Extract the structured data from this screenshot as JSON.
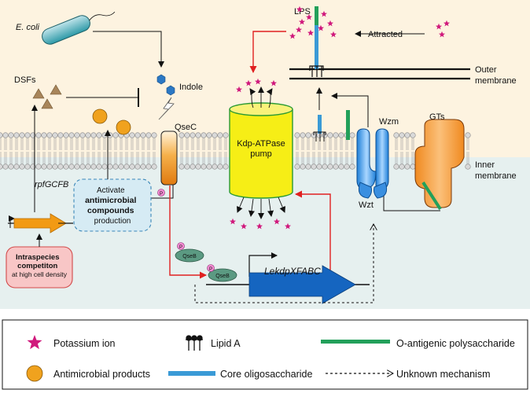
{
  "colors": {
    "outside_bg": "#fdf3e0",
    "cytoplasm_bg": "#e6f0ef",
    "potassium": "#d0197c",
    "antimicrobial": "#f0a21e",
    "core_oligo": "#3a9ad6",
    "o_antigen": "#23a05a",
    "qseb": "#5b9a82",
    "gene_arrow": "#1565c0",
    "red_arrow": "#e02020",
    "pump": "#f6ee16"
  },
  "labels": {
    "ecoli": "E. coli",
    "dsfs": "DSFs",
    "indole": "Indole",
    "qsec": "QseC",
    "lps": "LPS",
    "attracted": "Attracted",
    "outer_membrane": [
      "Outer",
      "membrane"
    ],
    "inner_membrane": [
      "Inner",
      "membrane"
    ],
    "pump": [
      "Kdp-ATPase",
      "pump"
    ],
    "wzm": "Wzm",
    "wzt": "Wzt",
    "gts": "GTs",
    "rpf_gene": "rpfGCFB",
    "activate_box": [
      "Activate",
      "antimicrobial",
      "compounds",
      "production"
    ],
    "competition_box": [
      "Intraspecies",
      "competiton",
      "at high cell density"
    ],
    "qseb": "QseB",
    "phospho": "P",
    "operon": "LekdpXFABC"
  },
  "legend": [
    {
      "icon": "star-icon",
      "text": "Potassium ion"
    },
    {
      "icon": "lipid-a-icon",
      "text": "Lipid A"
    },
    {
      "icon": "o-antigen-bar-icon",
      "text": "O-antigenic polysaccharide"
    },
    {
      "icon": "circle-icon",
      "text": "Antimicrobial products"
    },
    {
      "icon": "core-bar-icon",
      "text": "Core oligosaccharide"
    },
    {
      "icon": "dashed-arrow-icon",
      "text": "Unknown mechanism"
    }
  ]
}
